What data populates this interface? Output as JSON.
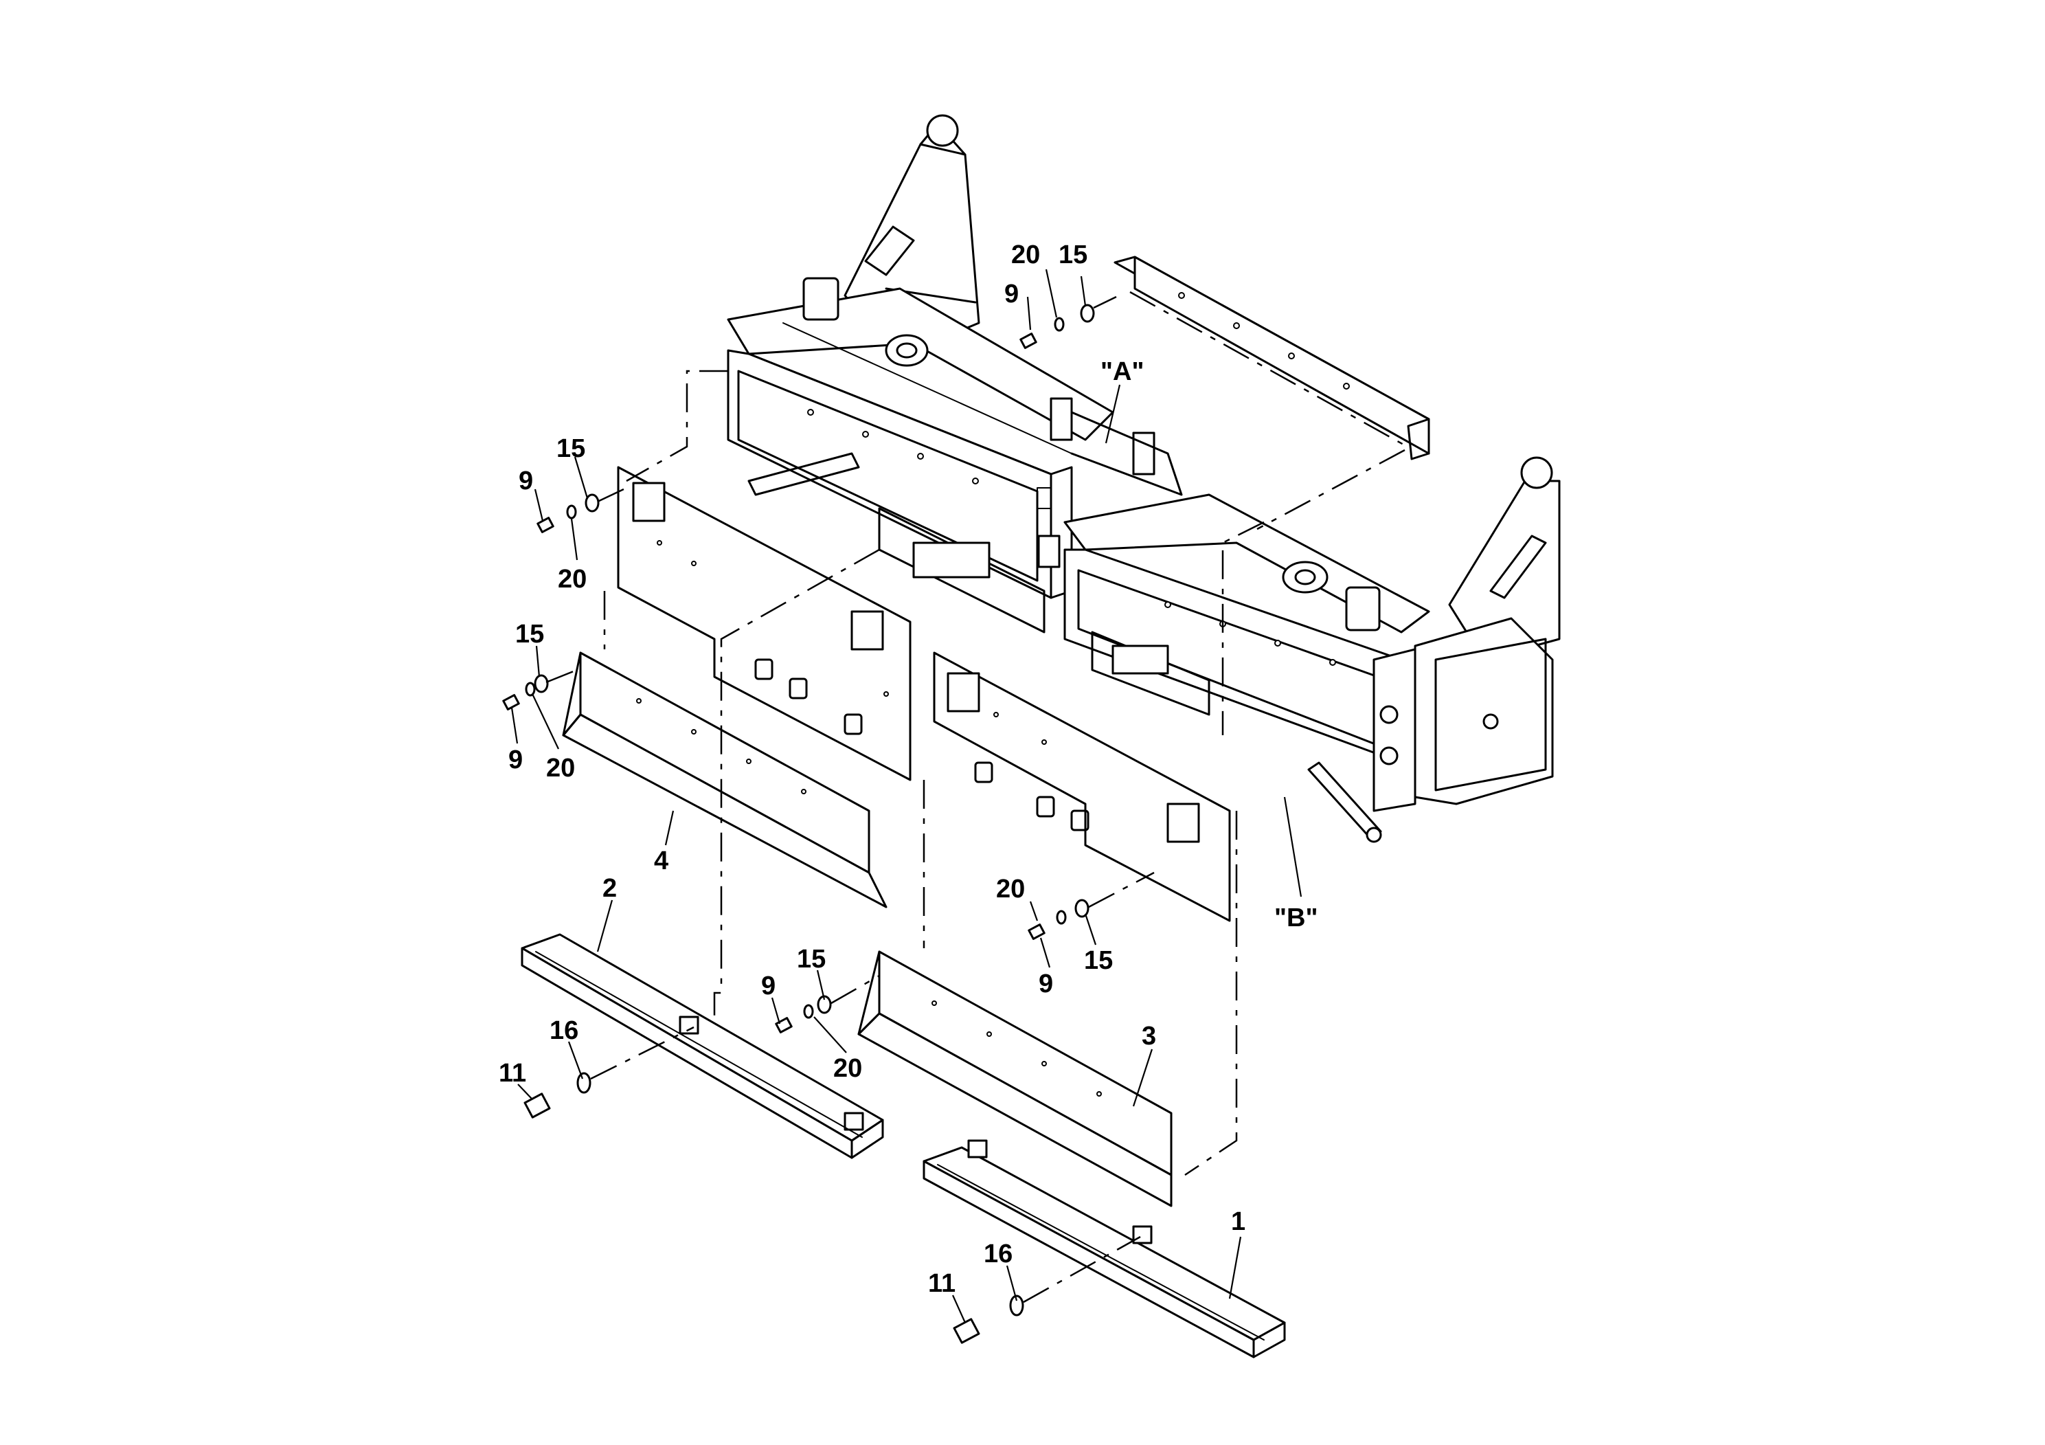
{
  "labels": {
    "view_a": "\"A\"",
    "view_b": "\"B\"",
    "l_9_top": "9",
    "l_20_top": "20",
    "l_15_top": "15",
    "l_15_ul": "15",
    "l_9_ul": "9",
    "l_20_ul": "20",
    "l_15_ml": "15",
    "l_9_ml": "9",
    "l_20_ml": "20",
    "l_4": "4",
    "l_2": "2",
    "l_20_mr": "20",
    "l_15_mr": "15",
    "l_9_mr": "9",
    "l_15_c": "15",
    "l_9_c": "9",
    "l_20_c": "20",
    "l_11_l": "11",
    "l_16_l": "16",
    "l_3": "3",
    "l_1": "1",
    "l_16_r": "16",
    "l_11_r": "11"
  },
  "colors": {
    "line": "#000000",
    "background": "#ffffff"
  }
}
